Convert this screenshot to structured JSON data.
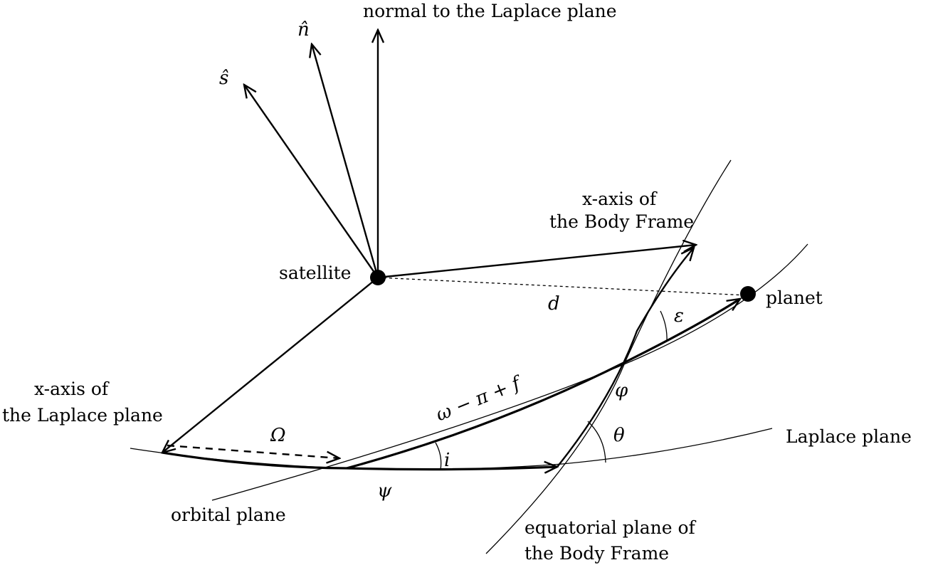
{
  "labels": {
    "normal": "normal to the Laplace plane",
    "n_hat": "n̂",
    "s_hat": "ŝ",
    "xaxis_body_1": "x-axis of",
    "xaxis_body_2": "the Body Frame",
    "satellite": "satellite",
    "planet": "planet",
    "d": "d",
    "epsilon": "ε",
    "xaxis_laplace_1": "x-axis of",
    "xaxis_laplace_2": "the Laplace plane",
    "omega_pi_f": "ω − π + f",
    "Omega": "Ω",
    "phi": "φ",
    "theta": "θ",
    "laplace_plane": "Laplace plane",
    "i": "i",
    "psi": "ψ",
    "orbital_plane": "orbital plane",
    "equatorial_1": "equatorial plane of",
    "equatorial_2": "the Body Frame"
  }
}
